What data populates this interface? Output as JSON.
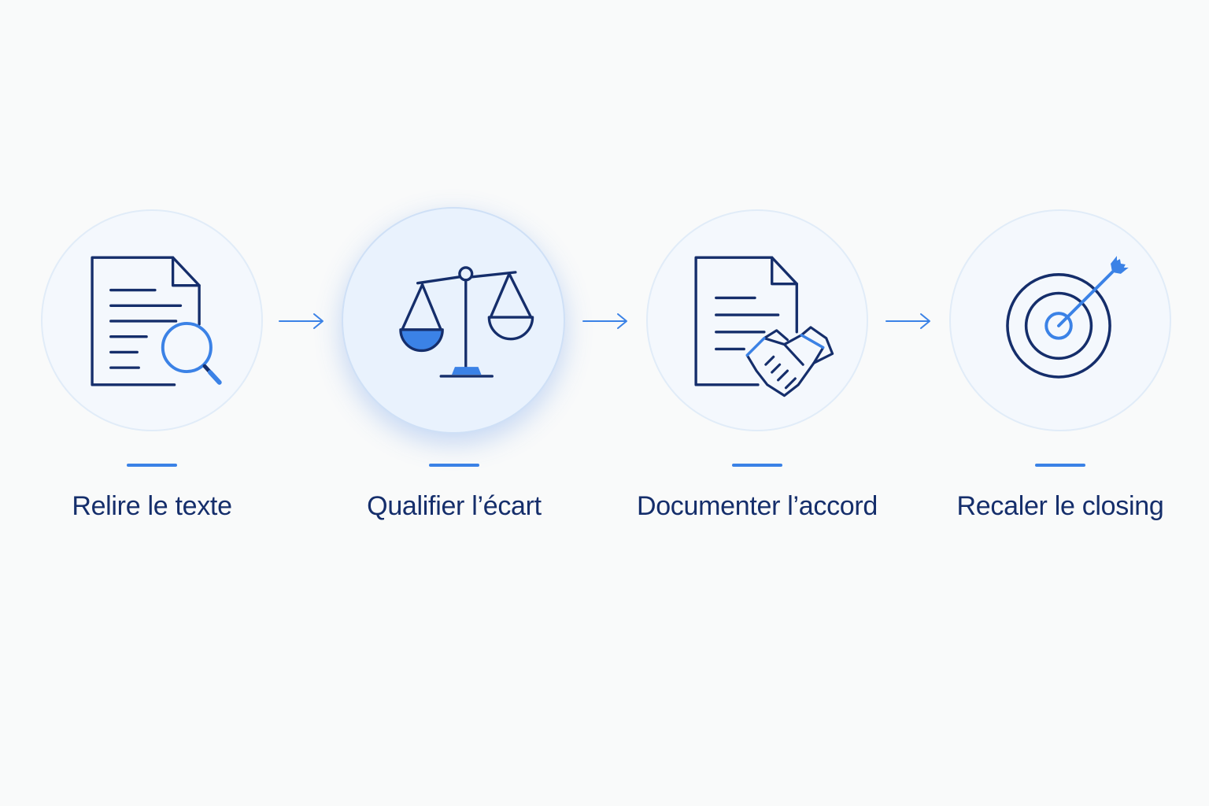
{
  "steps": [
    {
      "label": "Relire le texte",
      "icon": "document-search-icon",
      "active": false
    },
    {
      "label": "Qualifier l’écart",
      "icon": "scale-balance-icon",
      "active": true
    },
    {
      "label": "Documenter l’accord",
      "icon": "document-handshake-icon",
      "active": false
    },
    {
      "label": "Recaler le closing",
      "icon": "target-arrow-icon",
      "active": false
    }
  ],
  "colors": {
    "navy": "#152e6b",
    "accent": "#3b82e6",
    "background": "#f9fafa"
  }
}
